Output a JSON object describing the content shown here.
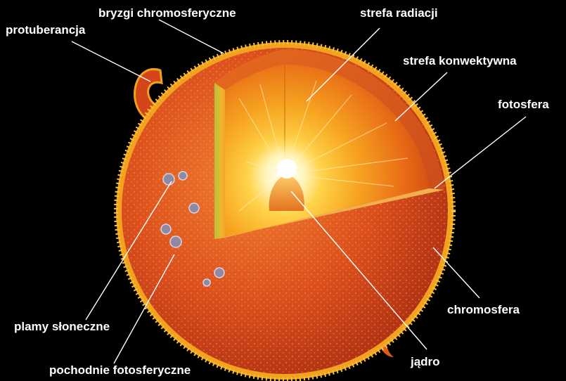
{
  "diagram": {
    "labels": {
      "protuberancja": "protuberancja",
      "bryzgi": "bryzgi chromosferyczne",
      "radiacji": "strefa radiacji",
      "konwektywna": "strefa konwektywna",
      "fotosfera": "fotosfera",
      "chromosfera": "chromosfera",
      "jadro": "jądro",
      "plamy": "plamy słoneczne",
      "pochodnie": "pochodnie fotosferyczne"
    },
    "colors": {
      "background": "#000000",
      "label": "#ffffff",
      "chromosphere_rim": "#f2a21e",
      "surface": "#e0501c",
      "core": "#ffffff"
    }
  }
}
